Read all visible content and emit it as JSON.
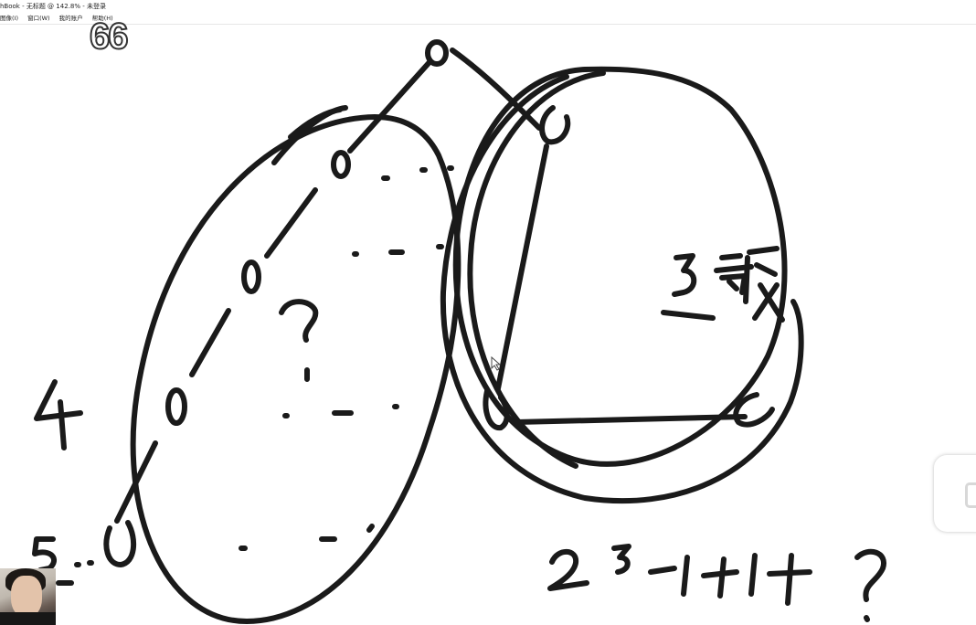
{
  "window": {
    "title": "hBook - 无标题 @ 142.8% - 未登录",
    "menu": [
      "图像(I)",
      "窗口(W)",
      "我的账户",
      "帮助(H)"
    ]
  },
  "overlay": {
    "page_number": "66"
  },
  "drawing": {
    "stroke_color": "#1a1a1a"
  }
}
